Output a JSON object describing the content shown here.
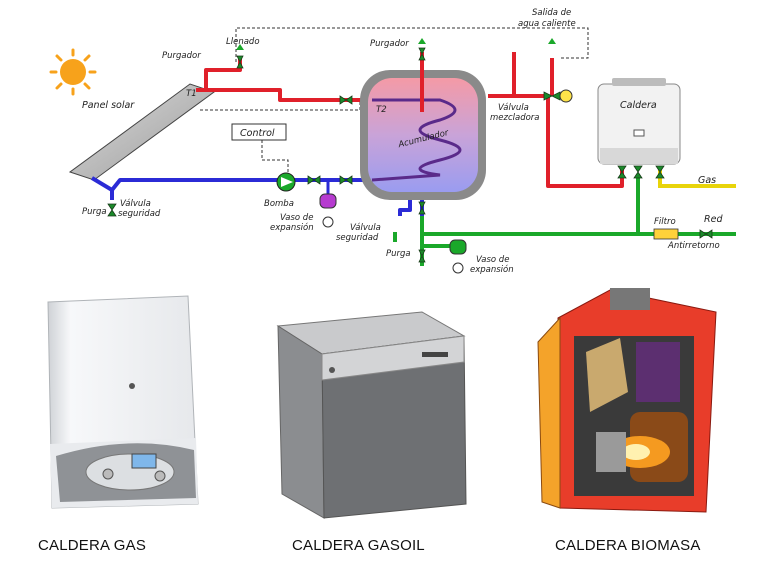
{
  "diagram": {
    "labels": {
      "purgador_left": "Purgador",
      "llenado": "Llenado",
      "panel_solar": "Panel solar",
      "t1": "T1",
      "control": "Control",
      "purgador_top": "Purgador",
      "t2": "T2",
      "acumulador": "Acumulador",
      "salida_line1": "Salida de",
      "salida_line2": "agua caliente",
      "valvula_mezcladora_line1": "Válvula",
      "valvula_mezcladora_line2": "mezcladora",
      "caldera": "Caldera",
      "gas": "Gas",
      "purga_left": "Purga",
      "valvula_seguridad_left_line1": "Válvula",
      "valvula_seguridad_left_line2": "seguridad",
      "bomba": "Bomba",
      "vaso_left_line1": "Vaso de",
      "vaso_left_line2": "expansión",
      "valvula_seguridad_mid_line1": "Válvula",
      "valvula_seguridad_mid_line2": "seguridad",
      "purga_mid": "Purga",
      "vaso_right_line1": "Vaso de",
      "vaso_right_line2": "expansión",
      "filtro": "Filtro",
      "red": "Red",
      "antirretorno": "Antirretorno"
    }
  },
  "products": [
    {
      "caption": "CALDERA GAS"
    },
    {
      "caption": "CALDERA GASOIL"
    },
    {
      "caption": "CALDERA BIOMASA"
    }
  ],
  "colors": {
    "hot_pipe": "#e0202a",
    "cold_pipe": "#2b2bd6",
    "water_pipe": "#1aa82a",
    "gas_pipe": "#e8d40a",
    "control_wire": "#333333"
  }
}
